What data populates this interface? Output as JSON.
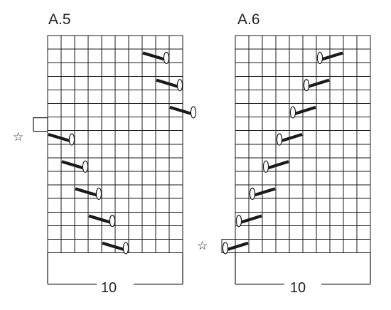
{
  "charts": [
    {
      "title": "A.5",
      "width_label": "10",
      "cols": 10,
      "rows": 16,
      "star_row": 6,
      "stitches": [
        {
          "row": 1,
          "col": 7,
          "dir": "right"
        },
        {
          "row": 3,
          "col": 8,
          "dir": "right"
        },
        {
          "row": 5,
          "col": 9,
          "dir": "right"
        },
        {
          "row": 7,
          "col": 0,
          "dir": "right"
        },
        {
          "row": 9,
          "col": 1,
          "dir": "right"
        },
        {
          "row": 11,
          "col": 2,
          "dir": "right"
        },
        {
          "row": 13,
          "col": 3,
          "dir": "right"
        },
        {
          "row": 15,
          "col": 4,
          "dir": "right"
        }
      ]
    },
    {
      "title": "A.6",
      "width_label": "10",
      "cols": 10,
      "rows": 16,
      "star_row": 15,
      "stitches": [
        {
          "row": 1,
          "col": 6,
          "dir": "left"
        },
        {
          "row": 3,
          "col": 5,
          "dir": "left"
        },
        {
          "row": 5,
          "col": 4,
          "dir": "left"
        },
        {
          "row": 7,
          "col": 3,
          "dir": "left"
        },
        {
          "row": 9,
          "col": 2,
          "dir": "left"
        },
        {
          "row": 11,
          "col": 1,
          "dir": "left"
        },
        {
          "row": 13,
          "col": 0,
          "dir": "left"
        },
        {
          "row": 15,
          "col": -1,
          "dir": "left"
        }
      ]
    }
  ],
  "star_symbol": "☆",
  "icons": {
    "star": "star-icon",
    "stitch": "cable-stitch-icon"
  }
}
